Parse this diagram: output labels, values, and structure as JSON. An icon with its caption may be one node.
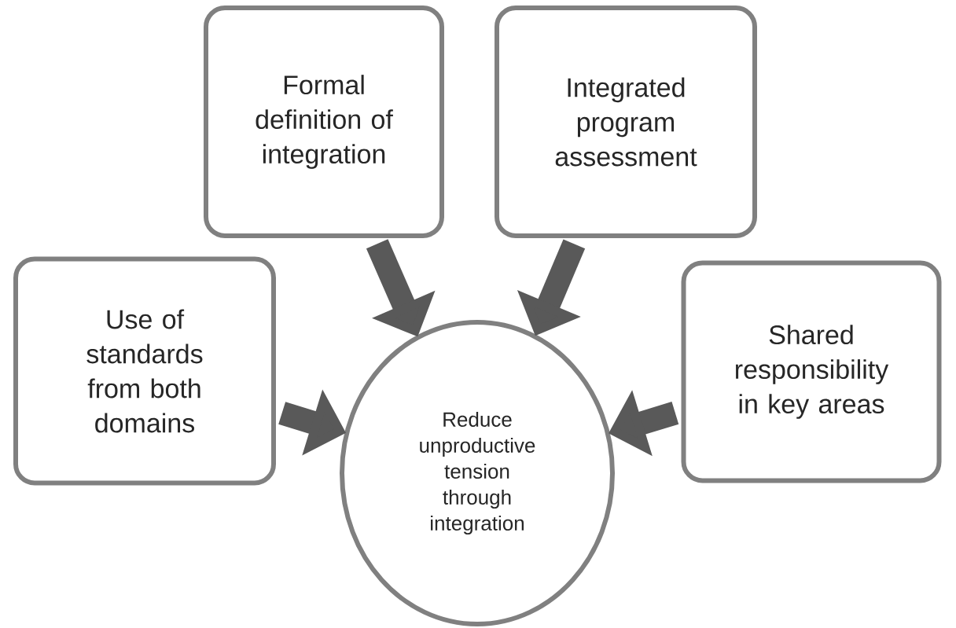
{
  "diagram": {
    "nodes": [
      {
        "text": [
          "Use of standards from both domains"
        ]
      },
      {
        "text": [
          "Formal definition of integration"
        ]
      },
      {
        "text": [
          "Integrated program assessment"
        ]
      },
      {
        "text": [
          "Shared responsibility in key areas"
        ]
      },
      {
        "text": [
          "Reduce unproductive tension through integration"
        ]
      }
    ],
    "edges": [
      {
        "from": 0,
        "to": 4,
        "arrow": "to"
      },
      {
        "from": 1,
        "to": 4,
        "arrow": "to"
      },
      {
        "from": 2,
        "to": 4,
        "arrow": "to"
      },
      {
        "from": 3,
        "to": 4,
        "arrow": "to"
      }
    ]
  }
}
